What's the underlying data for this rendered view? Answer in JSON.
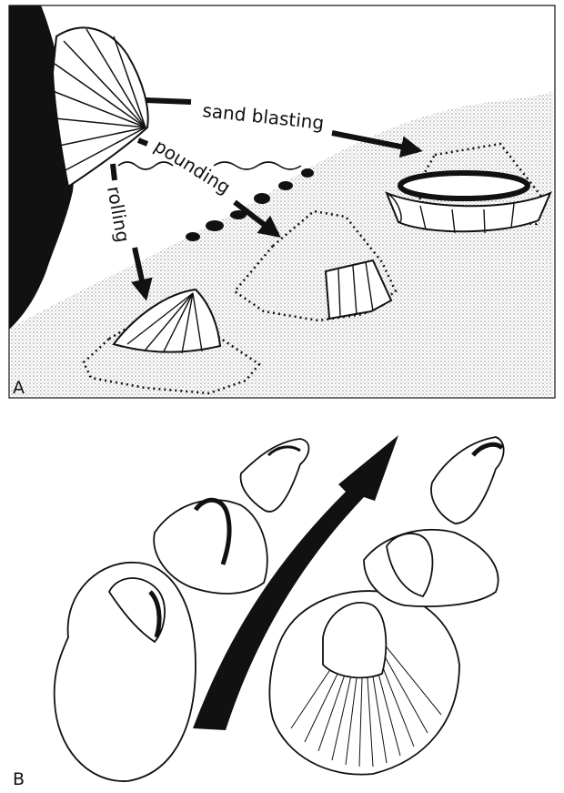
{
  "figure": {
    "panel_a": {
      "label": "A",
      "processes": [
        {
          "id": "sand-blasting",
          "label": "sand blasting"
        },
        {
          "id": "pounding",
          "label": "pounding"
        },
        {
          "id": "rolling",
          "label": "rolling"
        }
      ]
    },
    "panel_b": {
      "label": "B"
    }
  },
  "colors": {
    "ink": "#111111",
    "sediment_stipple": "#9a9a9a",
    "paper": "#ffffff"
  }
}
